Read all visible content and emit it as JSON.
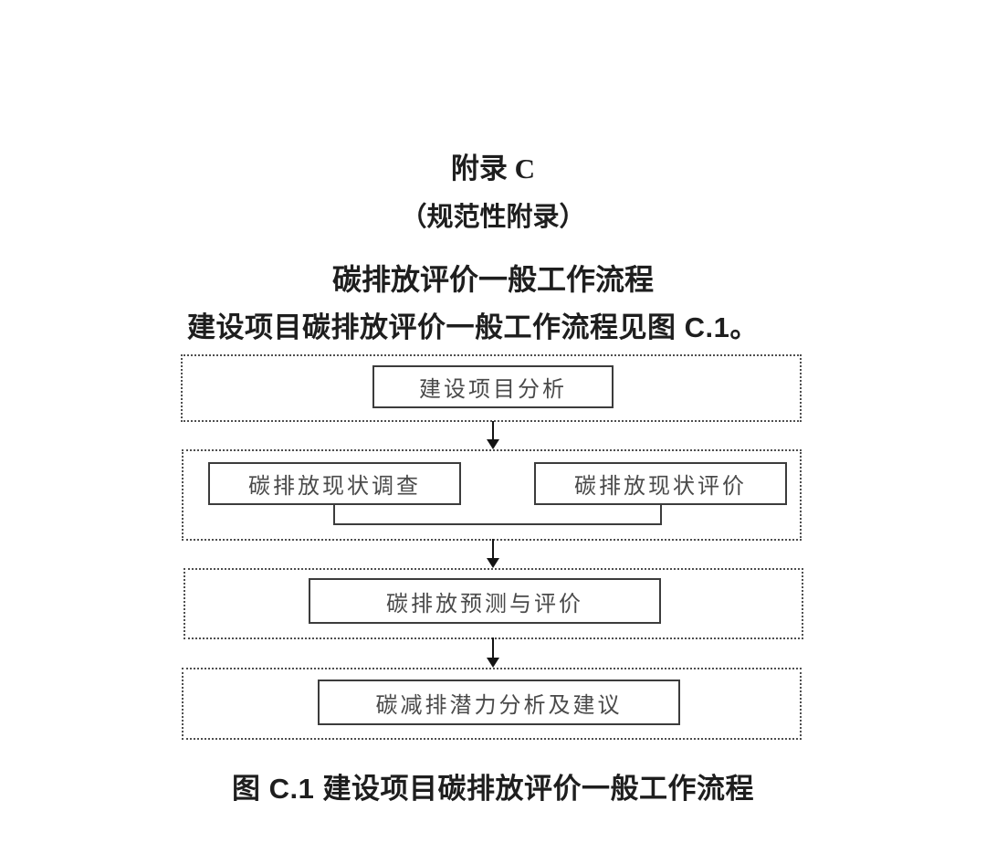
{
  "headings": {
    "appendix": "附录 C",
    "normative": "（规范性附录）",
    "section": "碳排放评价一般工作流程",
    "intro": "建设项目碳排放评价一般工作流程见图 C.1。"
  },
  "flowchart": {
    "groups": [
      {
        "nodes": [
          "建设项目分析"
        ]
      },
      {
        "nodes": [
          "碳排放现状调查",
          "碳排放现状评价"
        ]
      },
      {
        "nodes": [
          "碳排放预测与评价"
        ]
      },
      {
        "nodes": [
          "碳减排潜力分析及建议"
        ]
      }
    ]
  },
  "figure": {
    "caption": "图 C.1  建设项目碳排放评价一般工作流程"
  },
  "colors": {
    "page_bg": "#ffffff",
    "heading_text": "#1e1e1e",
    "node_text": "#4a4a4a",
    "solid_border": "#3c3c3c",
    "dotted_border": "#4f4f4f",
    "arrow": "#141414"
  }
}
